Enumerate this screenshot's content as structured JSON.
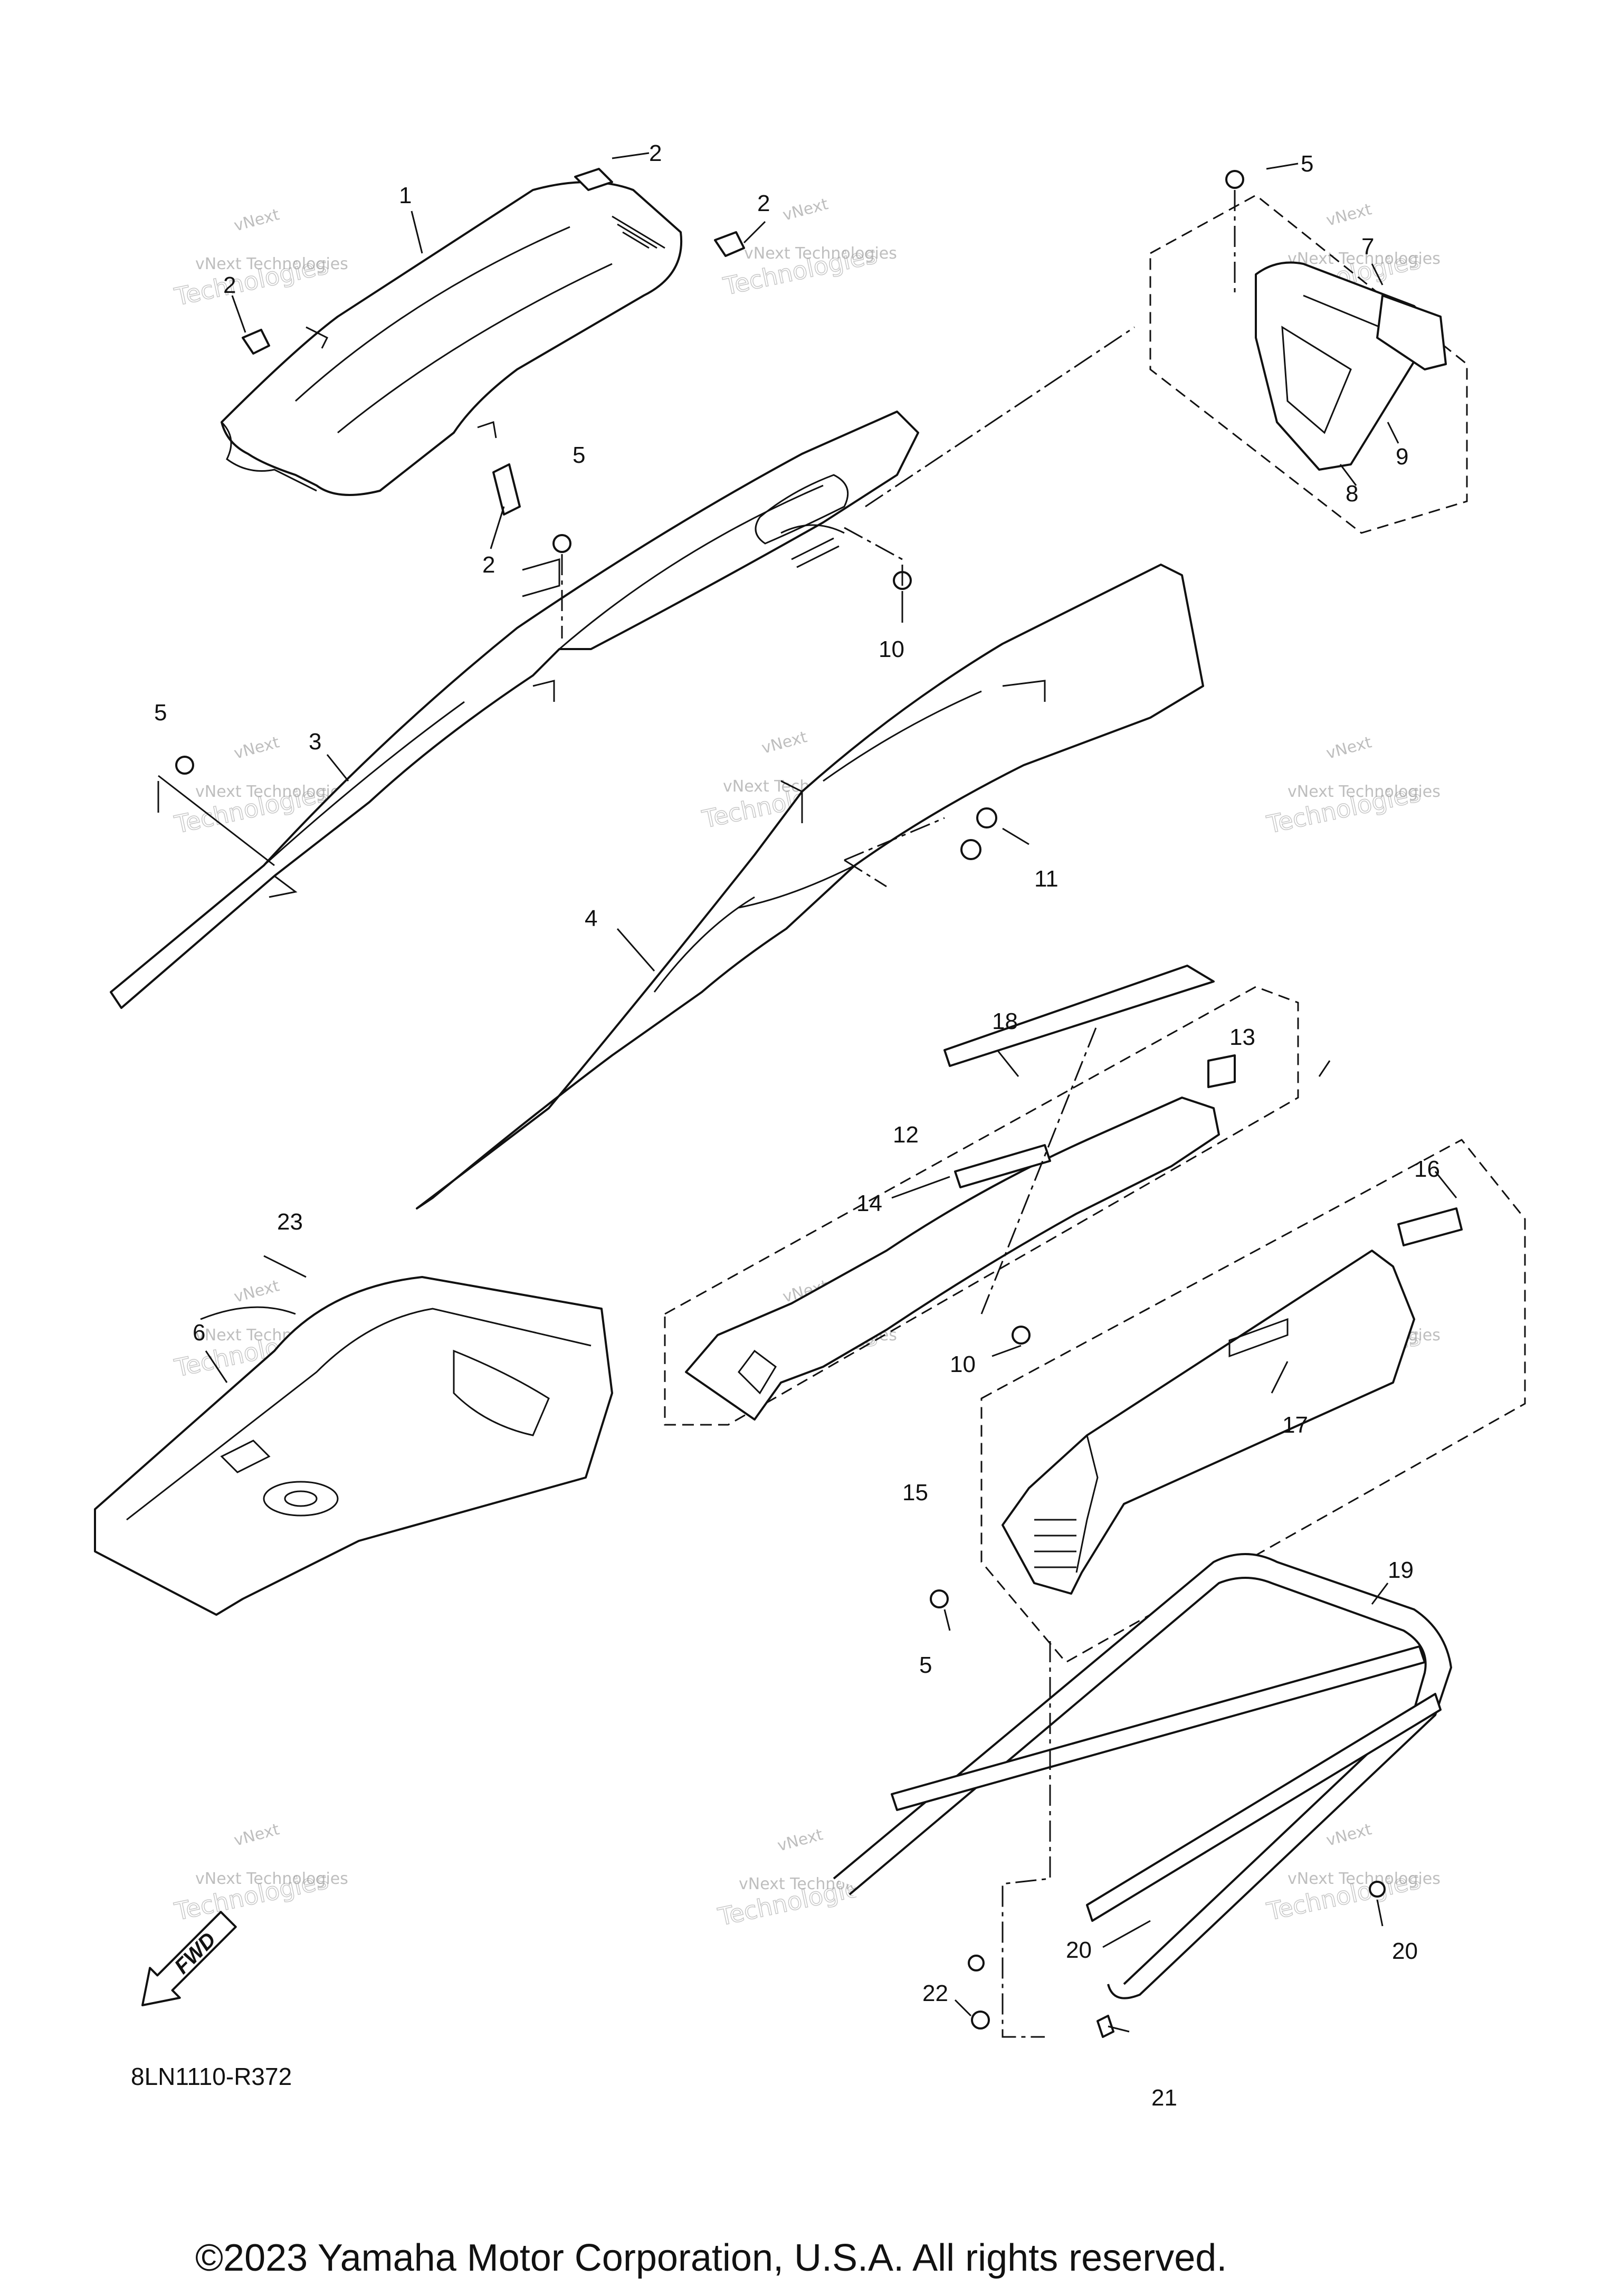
{
  "diagram": {
    "code": "8LN1110-R372",
    "copyright": "©2023 Yamaha Motor Corporation, U.S.A. All rights reserved.",
    "fwd_label": "FWD",
    "watermark": {
      "line1": "vNext",
      "line2": "vNext Technologies",
      "line3": "Technologies"
    },
    "callouts": [
      "1",
      "2",
      "2",
      "2",
      "2",
      "3",
      "4",
      "5",
      "5",
      "5",
      "5",
      "6",
      "7",
      "8",
      "9",
      "10",
      "10",
      "11",
      "12",
      "13",
      "14",
      "15",
      "16",
      "17",
      "18",
      "19",
      "20",
      "20",
      "21",
      "22",
      "23"
    ]
  }
}
